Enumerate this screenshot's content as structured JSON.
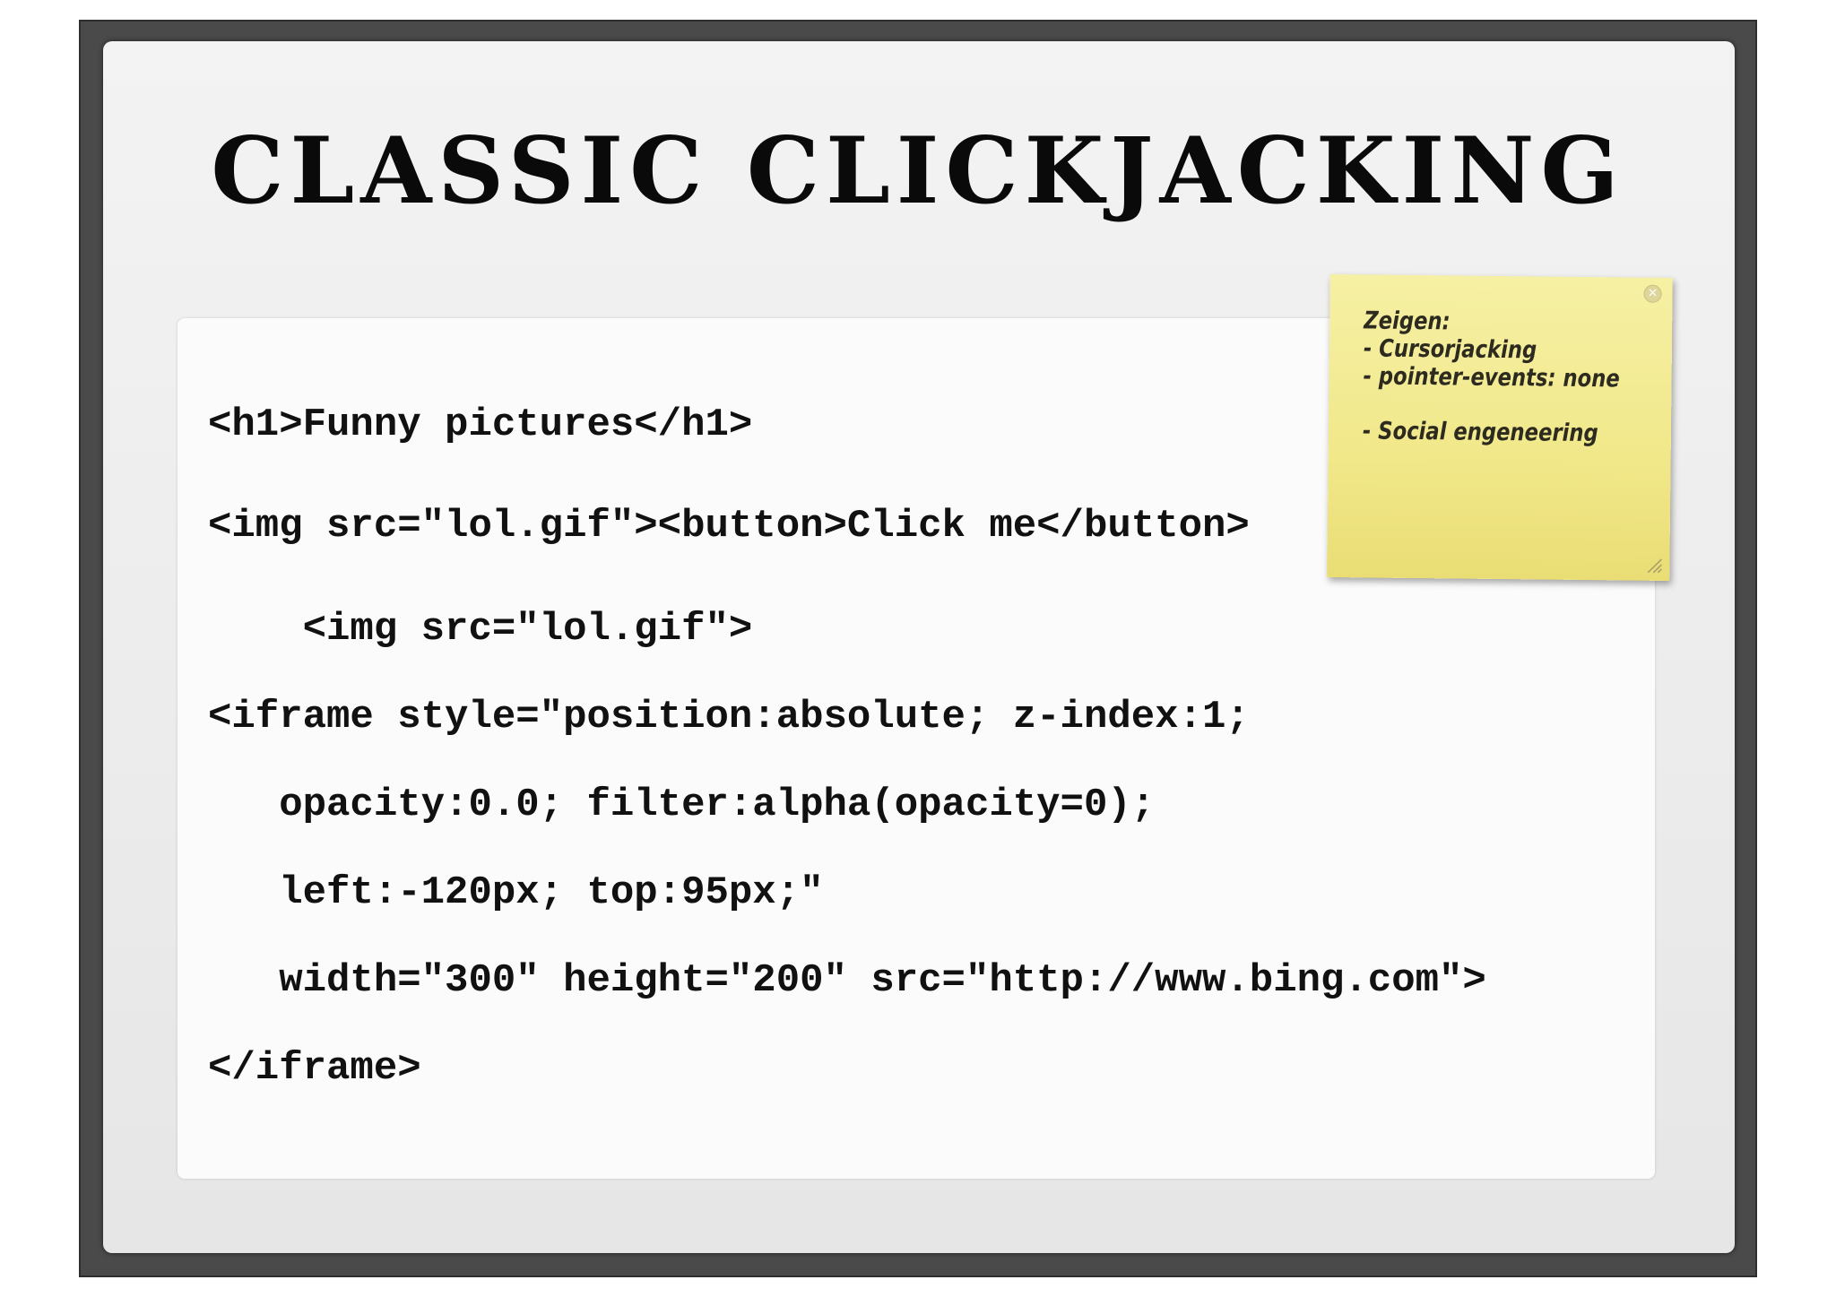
{
  "slide": {
    "title": "CLASSIC CLICKJACKING",
    "code_lines": [
      "<h1>Funny pictures</h1>",
      "<img src=\"lol.gif\"><button>Click me</button>",
      "    <img src=\"lol.gif\">",
      "<iframe style=\"position:absolute; z-index:1;",
      "   opacity:0.0; filter:alpha(opacity=0);",
      "   left:-120px; top:95px;\"",
      "   width=\"300\" height=\"200\" src=\"http://www.bing.com\">",
      "</iframe>"
    ]
  },
  "sticky_note": {
    "lines": [
      "Zeigen:",
      "- Cursorjacking",
      "- pointer-events: none"
    ],
    "lines_after_gap": [
      "- Social engeneering"
    ],
    "close_icon": "close-icon",
    "resize_icon": "resize-grip-icon",
    "color": "#f3ea8c"
  }
}
